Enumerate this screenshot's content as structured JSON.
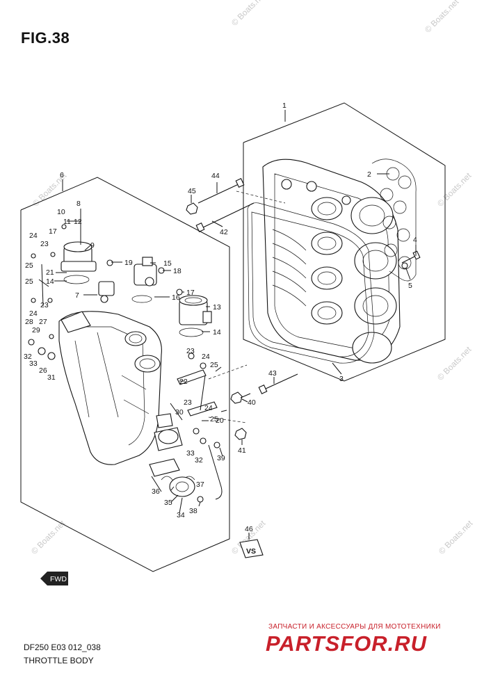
{
  "figure": {
    "title": "FIG.38",
    "model_code": "DF250 E03 012_038",
    "section_name": "THROTTLE BODY"
  },
  "watermark": {
    "text": "© Boats.net"
  },
  "shop_overlay": {
    "tagline": "ЗАПЧАСТИ И АКСЕССУАРЫ ДЛЯ МОТОТЕХНИКИ",
    "logo": "PARTSFOR.RU",
    "color": "#c8202a"
  },
  "fwd_label": "FWD",
  "part_callouts": {
    "p1": "1",
    "p2": "2",
    "p3": "3",
    "p4": "4",
    "p5": "5",
    "p6": "6",
    "p7": "7",
    "p8": "8",
    "p9": "9",
    "p10": "10",
    "p11": "11",
    "p12": "12",
    "p13": "13",
    "p14a": "14",
    "p14b": "14",
    "p15": "15",
    "p16": "16",
    "p17a": "17",
    "p17b": "17",
    "p18": "18",
    "p19": "19",
    "p20": "20",
    "p21": "21",
    "p22": "22",
    "p23a": "23",
    "p23b": "23",
    "p23c": "23",
    "p23d": "23",
    "p24a": "24",
    "p24b": "24",
    "p24c": "24",
    "p24d": "24",
    "p25a": "25",
    "p25b": "25",
    "p25c": "25",
    "p25d": "25",
    "p26": "26",
    "p27": "27",
    "p28": "28",
    "p29": "29",
    "p30": "30",
    "p31": "31",
    "p32a": "32",
    "p32b": "32",
    "p33a": "33",
    "p33b": "33",
    "p34": "34",
    "p35": "35",
    "p36": "36",
    "p37": "37",
    "p38": "38",
    "p39": "39",
    "p40": "40",
    "p41": "41",
    "p42": "42",
    "p43": "43",
    "p44": "44",
    "p45": "45",
    "p46": "46"
  }
}
